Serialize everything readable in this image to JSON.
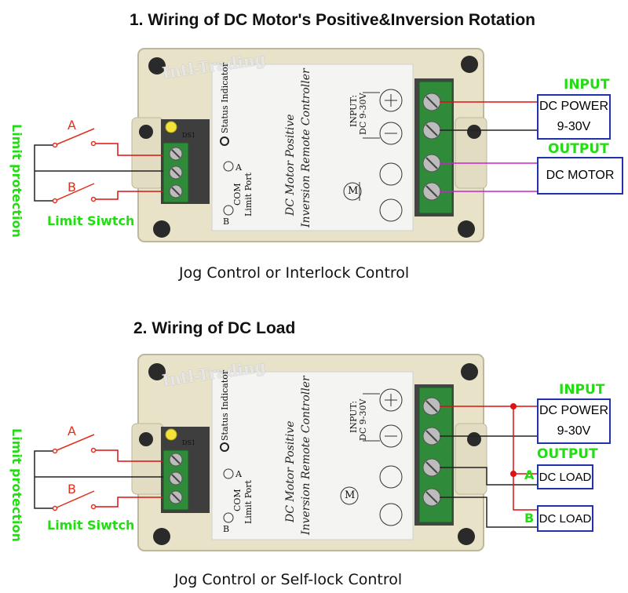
{
  "section1": {
    "title": "1. Wiring of DC Motor's Positive&Inversion Rotation",
    "caption": "Jog Control or Interlock Control",
    "input_label": "INPUT",
    "output_label": "OUTPUT",
    "power_box": {
      "line1": "DC  POWER",
      "line2": "9-30V"
    },
    "motor_box": "DC MOTOR",
    "limit_protection": "Limit protection",
    "limit_switch": "Limit Siwtch",
    "switch_a": "A",
    "switch_b": "B"
  },
  "section2": {
    "title": "2. Wiring of DC Load",
    "caption": "Jog Control or Self-lock Control",
    "input_label": "INPUT",
    "output_label": "OUTPUT",
    "power_box": {
      "line1": "DC  POWER",
      "line2": "9-30V"
    },
    "load_a_label": "A",
    "load_a_box": "DC LOAD",
    "load_b_label": "B",
    "load_b_box": "DC LOAD",
    "limit_protection": "Limit protection",
    "limit_switch": "Limit Siwtch",
    "switch_a": "A",
    "switch_b": "B"
  },
  "device": {
    "watermark": "Intl-Trading",
    "status_indicator": "Status Indicator",
    "name_line1": "DC Motor Positive",
    "name_line2": "Inversion Remote Controller",
    "input_spec_1": "INPUT:",
    "input_spec_2": "DC 9-30V",
    "port_com": "COM",
    "port_a": "A",
    "port_b": "B",
    "port_label": "Limit  Port",
    "ds_label": "DS1",
    "motor_symbol": "M"
  },
  "colors": {
    "green_text": "#22dd11",
    "red_wire": "#dd1111",
    "magenta_wire": "#cc22cc",
    "box_border": "#2233aa",
    "enclosure": "#e7e2c8",
    "terminal_green": "#2f8a3a"
  }
}
